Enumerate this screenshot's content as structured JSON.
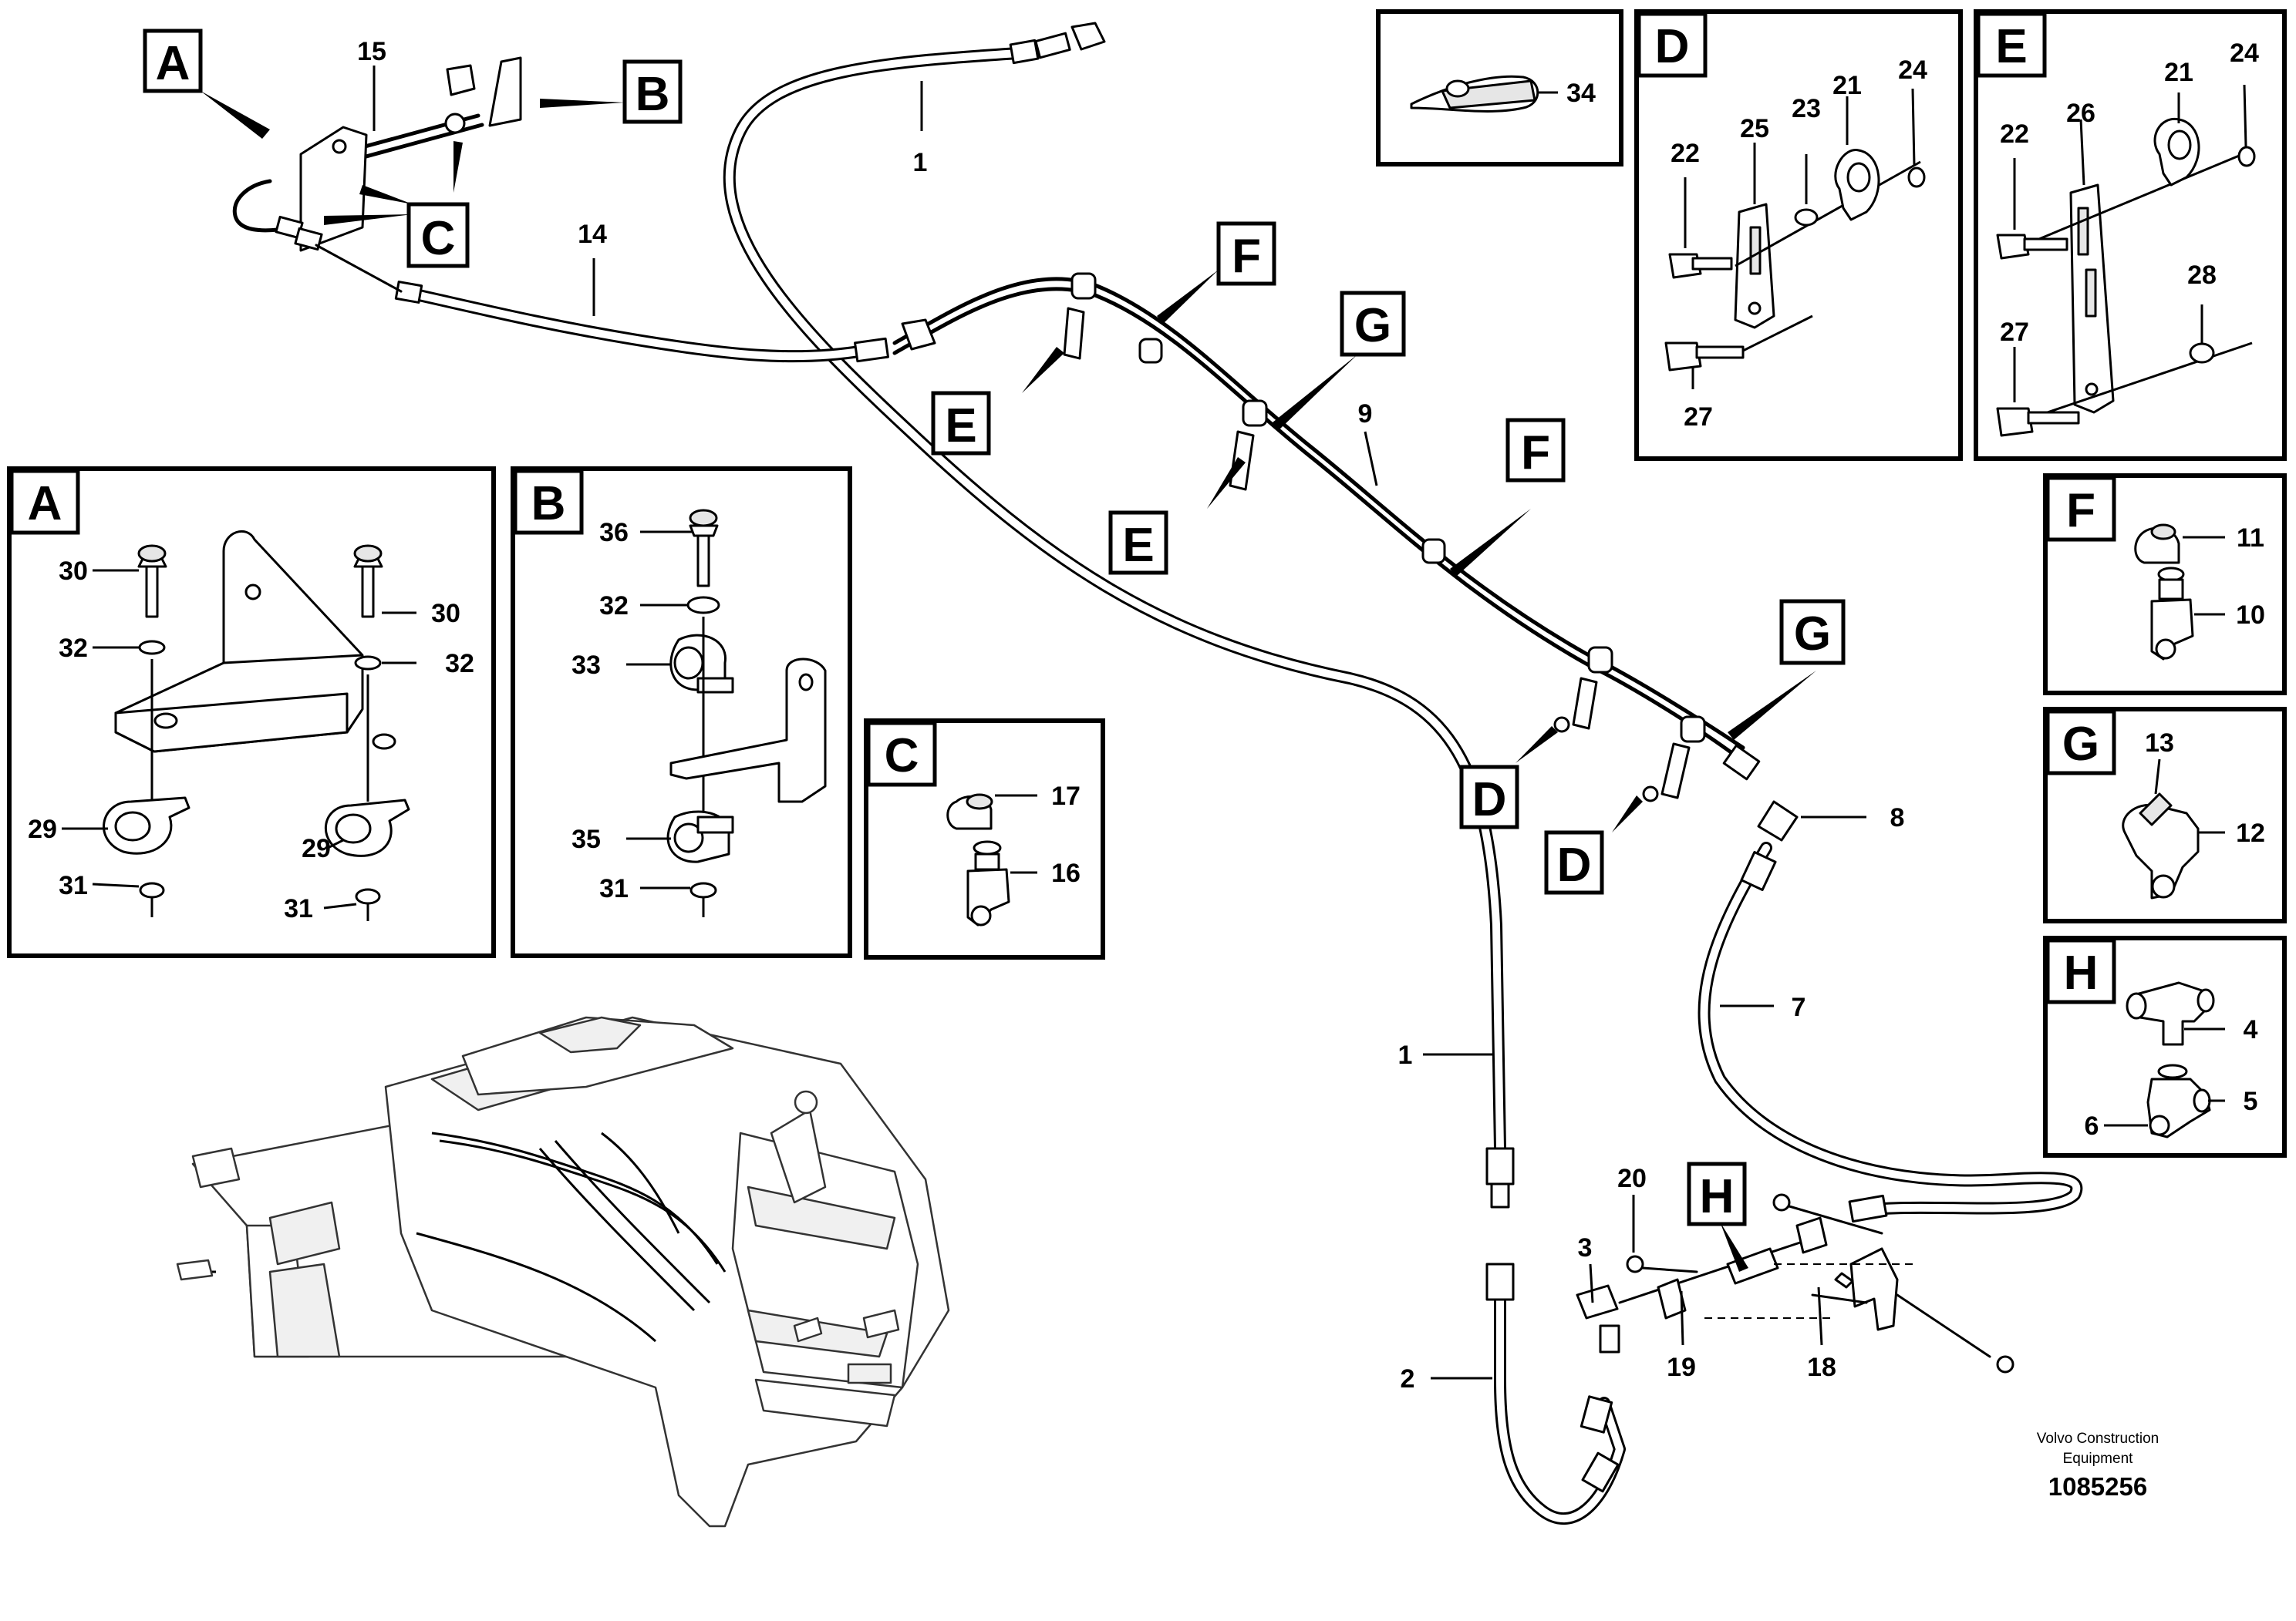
{
  "view_letters": {
    "A": "A",
    "B": "B",
    "C": "C",
    "D": "D",
    "E": "E",
    "F": "F",
    "G": "G",
    "H": "H"
  },
  "part_numbers": {
    "p1": "1",
    "p2": "2",
    "p3": "3",
    "p4": "4",
    "p5": "5",
    "p6": "6",
    "p7": "7",
    "p8": "8",
    "p9": "9",
    "p10": "10",
    "p11": "11",
    "p12": "12",
    "p13": "13",
    "p14": "14",
    "p15": "15",
    "p16": "16",
    "p17": "17",
    "p18": "18",
    "p19": "19",
    "p20": "20",
    "p21": "21",
    "p22": "22",
    "p23": "23",
    "p24": "24",
    "p25": "25",
    "p26": "26",
    "p27": "27",
    "p28": "28",
    "p29": "29",
    "p30": "30",
    "p31": "31",
    "p32": "32",
    "p33": "33",
    "p34": "34",
    "p35": "35",
    "p36": "36"
  },
  "credit": {
    "line1": "Volvo Construction",
    "line2": "Equipment",
    "drawing_number": "1085256"
  }
}
